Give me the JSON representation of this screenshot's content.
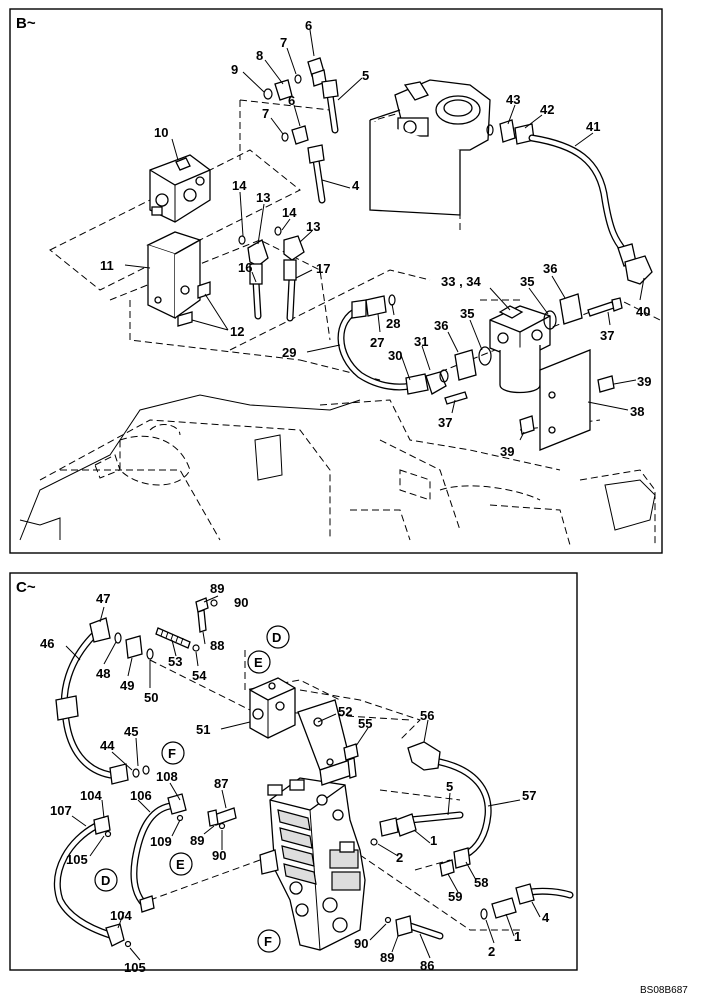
{
  "sections": [
    {
      "id": "B",
      "title": "B~"
    },
    {
      "id": "C",
      "title": "C~"
    }
  ],
  "code": "BS08B687",
  "callouts_b": [
    "6",
    "7",
    "8",
    "9",
    "5",
    "6",
    "7",
    "10",
    "4",
    "14",
    "13",
    "14",
    "13",
    "16",
    "17",
    "11",
    "12",
    "43",
    "42",
    "41",
    "33 , 34",
    "35",
    "36",
    "40",
    "37",
    "28",
    "27",
    "36",
    "35",
    "29",
    "31",
    "30",
    "37",
    "39",
    "38",
    "39"
  ],
  "callouts_c": [
    "89",
    "90",
    "47",
    "88",
    "46",
    "53",
    "54",
    "48",
    "49",
    "50",
    "51",
    "52",
    "55",
    "56",
    "45",
    "44",
    "108",
    "87",
    "104",
    "106",
    "107",
    "109",
    "89",
    "90",
    "105",
    "5",
    "57",
    "1",
    "2",
    "58",
    "59",
    "4",
    "104",
    "1",
    "2",
    "90",
    "89",
    "86",
    "105"
  ],
  "circle_refs": [
    "D",
    "E",
    "F",
    "E",
    "D",
    "F"
  ]
}
